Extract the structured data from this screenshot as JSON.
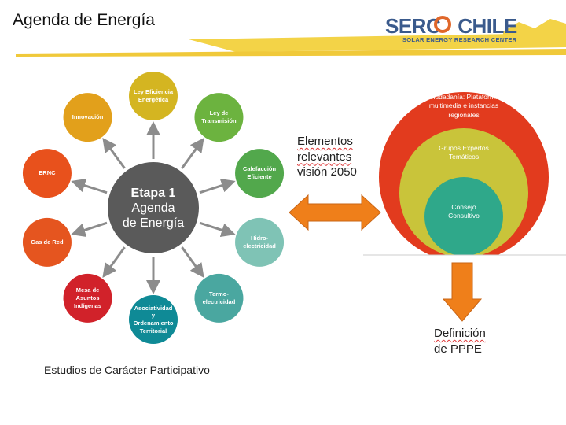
{
  "page_title": "Agenda de Energía",
  "logo": {
    "name_part1": "SERC",
    "name_part2": "CHILE",
    "subtitle": "SOLAR ENERGY RESEARCH CENTER"
  },
  "hub": {
    "line1": "Etapa 1",
    "line2": "Agenda",
    "line3": "de Energía"
  },
  "nodes": [
    {
      "label": "Ley Eficiencia Energética",
      "color": "#d4b521"
    },
    {
      "label": "Ley de Transmisión",
      "color": "#6cb33f"
    },
    {
      "label": "Calefacción Eficiente",
      "color": "#52a84c"
    },
    {
      "label": "Hidro-electricidad",
      "color": "#7fc3b5"
    },
    {
      "label": "Termo-electricidad",
      "color": "#4aa7a0"
    },
    {
      "label": "Asociatividad y Ordenamiento Territorial",
      "color": "#0f8a96"
    },
    {
      "label": "Mesa de Asuntos Indígenas",
      "color": "#d1222a"
    },
    {
      "label": "Gas de Red",
      "color": "#e5551f"
    },
    {
      "label": "ERNC",
      "color": "#e8511c"
    },
    {
      "label": "Innovación",
      "color": "#e2a01b"
    }
  ],
  "hub_color": "#5a5a5a",
  "arrow_color": "#8c8c8c",
  "studies_caption": "Estudios de Carácter Participativo",
  "elements_text": {
    "line1": "Elementos",
    "line2": "relevantes",
    "line3": "visión 2050"
  },
  "double_arrow_color": "#ef7f1a",
  "rings": [
    {
      "label": "Ciudadanía: Plataforma multimedia e instancias regionales",
      "color": "#e23b1e"
    },
    {
      "label": "Grupos Expertos Temáticos",
      "color": "#c9c43a"
    },
    {
      "label": "Consejo Consultivo",
      "color": "#2fa88a"
    }
  ],
  "down_arrow_color": "#ef7f1a",
  "definition_text": {
    "line1": "Definición",
    "line2": "de PPPE"
  }
}
